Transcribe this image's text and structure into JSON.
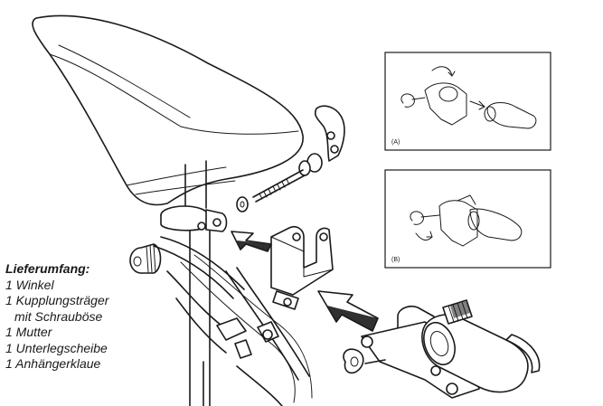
{
  "legend": {
    "title": "Lieferumfang:",
    "items": [
      "1 Winkel",
      "1 Kupplungsträger",
      "mit Schrauböse",
      "1 Mutter",
      "1 Unterlegscheibe",
      "1 Anhängerklaue"
    ]
  },
  "panels": {
    "a_label": "(A)",
    "b_label": "(B)"
  },
  "colors": {
    "line": "#1a1a1a",
    "background": "#ffffff"
  }
}
